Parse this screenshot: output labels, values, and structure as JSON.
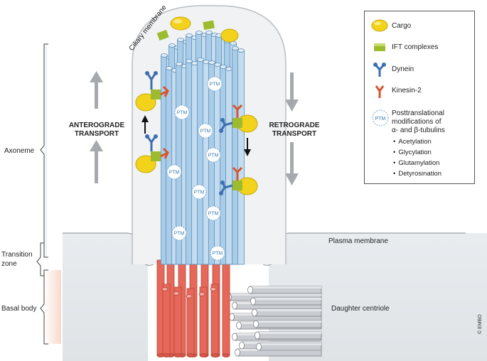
{
  "labels": {
    "ciliary_membrane": "Ciliary membrane",
    "anterograde_1": "ANTEROGRADE",
    "anterograde_2": "TRANSPORT",
    "retrograde_1": "RETROGRADE",
    "retrograde_2": "TRANSPORT",
    "axoneme": "Axoneme",
    "transition_1": "Transition",
    "transition_2": "zone",
    "basal_body": "Basal body",
    "plasma_membrane": "Plasma membrane",
    "daughter_centriole": "Daughter centriole",
    "ptm": "PTM",
    "copyright": "© EMBO"
  },
  "legend": {
    "cargo": "Cargo",
    "ift": "IFT complexes",
    "dynein": "Dynein",
    "kinesin": "Kinesin-2",
    "ptm_line1": "Posttranslational",
    "ptm_line2": "modifications of",
    "ptm_line3": "α- and β-tubulins",
    "bullets": [
      "Acetylation",
      "Glycylation",
      "Glutamylation",
      "Detyrosination"
    ]
  },
  "colors": {
    "microtubule_blue": "#a9cde9",
    "basal_red": "#e5685a",
    "cargo_yellow": "#f3d21c",
    "ift_green": "#9dbb2e",
    "dynein_blue": "#3e6fb0",
    "kinesin_orange": "#d8542c",
    "centriole_grey": "#c9ccd0"
  },
  "icons": {
    "cargo": "yellow-ellipse-icon",
    "ift": "green-block-icon",
    "dynein": "dynein-motor-icon",
    "kinesin": "kinesin-motor-icon",
    "ptm": "ptm-circle-icon"
  }
}
